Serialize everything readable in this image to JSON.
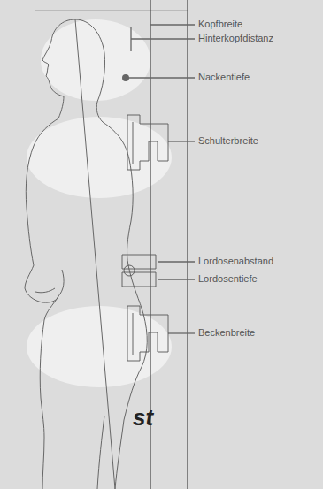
{
  "diagram": {
    "labels": [
      "Kopfbreite",
      "Hinterkopfdistanz",
      "Nackentiefe",
      "Schulterbreite",
      "Lordosenabstand",
      "Lordosentiefe",
      "Beckenbreite",
      "st"
    ]
  }
}
